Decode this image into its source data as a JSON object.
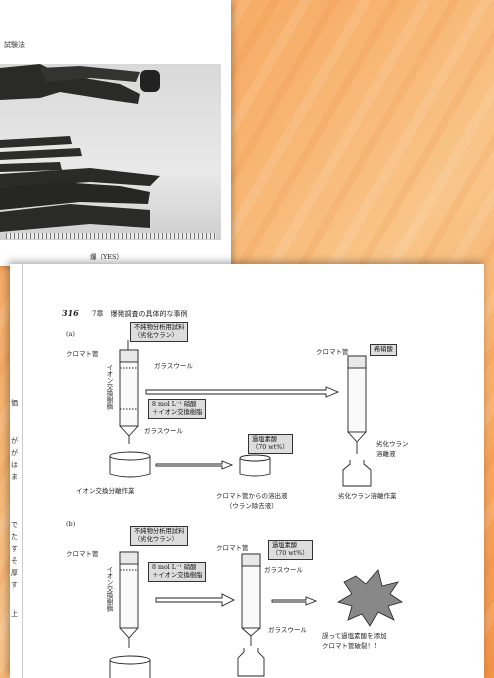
{
  "back_page": {
    "header": "試験法",
    "caption": "爆（YES）"
  },
  "front_page": {
    "page_number": "316",
    "chapter": "7章　爆発調査の具体的な事例",
    "left_strip_chars": [
      "が",
      "が",
      "は",
      "ま",
      "で",
      "た",
      "す",
      "そ",
      "厚",
      "す",
      "上"
    ],
    "left_strip_tab": "価"
  },
  "diagram_a": {
    "label": "(a)",
    "sample_box": [
      "不純物分析用試料",
      "（劣化ウラン）"
    ],
    "column_label": "クロマト管",
    "glass_wool_top": "ガラスウール",
    "vertical_label": "イオン交換樹脂",
    "acid_box": [
      "8 mol L⁻¹ 硝酸",
      "＋イオン交換樹脂"
    ],
    "glass_wool_bottom": "ガラスウール",
    "caption_left": "イオン交換分離作業",
    "perchloric_box": [
      "過塩素酸",
      "（70 wt%）"
    ],
    "caption_middle": [
      "クロマト管からの溶出液",
      "（ウラン除去液）"
    ],
    "right_column_label": "クロマト管",
    "dilute_box": "希硝酸",
    "uranium_eluate": [
      "劣化ウラン",
      "溶離液"
    ],
    "caption_right": "劣化ウラン溶離作業"
  },
  "diagram_b": {
    "label": "(b)",
    "sample_box": [
      "不純物分析用試料",
      "（劣化ウラン）"
    ],
    "column_label": "クロマト管",
    "vertical_label": "イオン交換樹脂",
    "acid_box": [
      "8 mol L⁻¹ 硝酸",
      "＋イオン交換樹脂"
    ],
    "middle_column_label": "クロマト管",
    "perchloric_box": [
      "過塩素酸",
      "（70 wt%）"
    ],
    "glass_wool_top": "ガラスウール",
    "glass_wool_bottom": "ガラスウール",
    "explosion_caption": [
      "誤って過塩素酸を添加",
      "クロマト管破裂！!"
    ]
  },
  "colors": {
    "wallpaper": "#f7b16c",
    "page": "#ffffff",
    "box_fill": "#dddddd",
    "ink": "#222222"
  }
}
